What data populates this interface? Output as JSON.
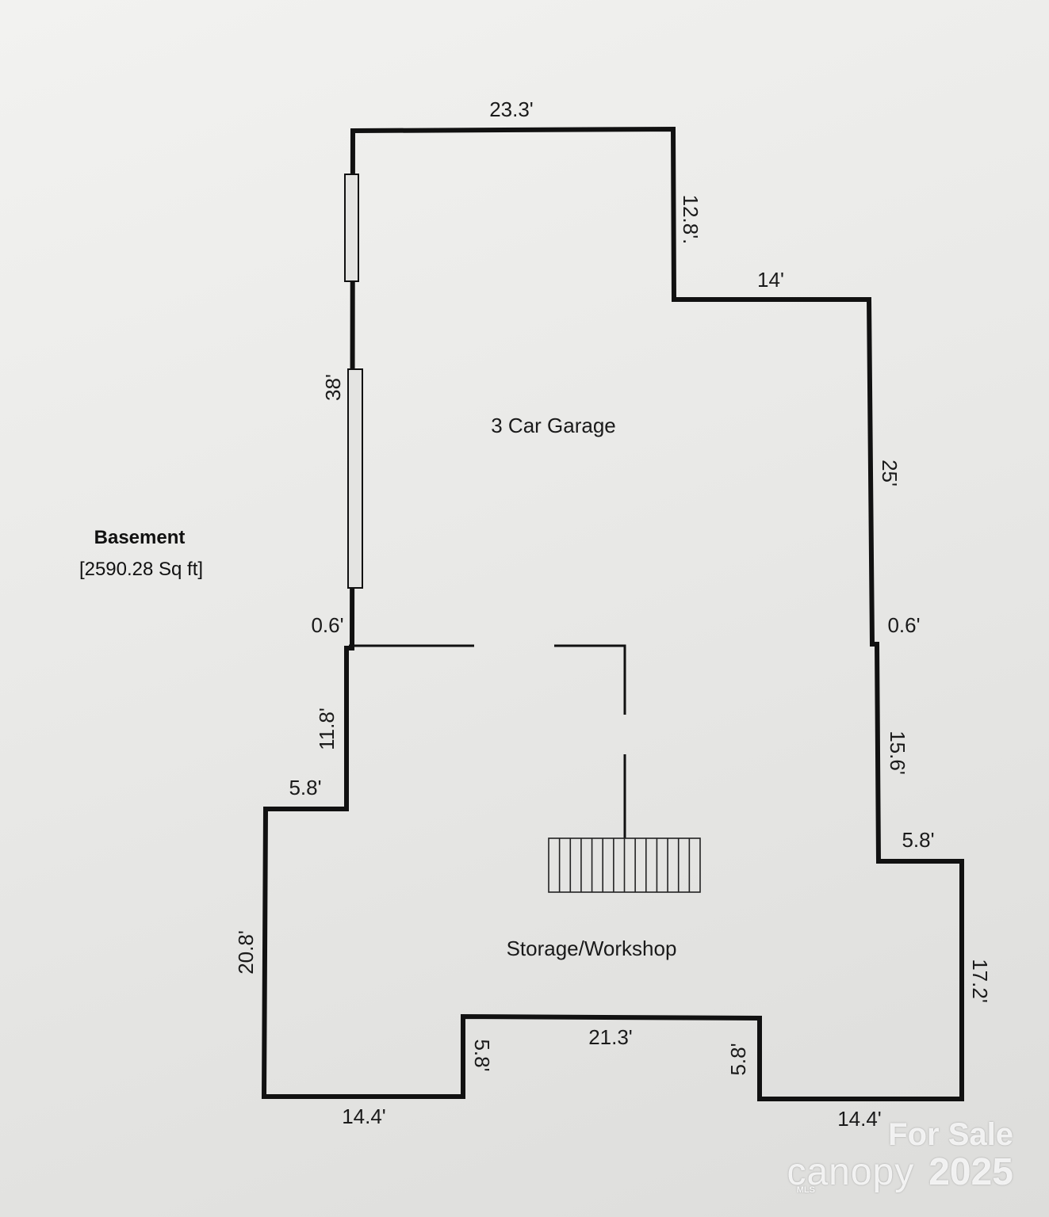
{
  "floor": {
    "name": "Basement",
    "area": "[2590.28 Sq ft]"
  },
  "rooms": {
    "garage": "3 Car Garage",
    "storage": "Storage/Workshop"
  },
  "dimensions": {
    "top": "23.3'",
    "right_upper": "12.8'.",
    "step_top": "14'",
    "left_garage": "38'",
    "right_garage": "25'",
    "left_jog": "0.6'",
    "right_jog": "0.6'",
    "left_mid": "11.8'",
    "right_mid": "15.6'",
    "left_step": "5.8'",
    "right_step": "5.8'",
    "left_lower": "20.8'",
    "right_lower": "17.2'",
    "bottom_left": "14.4'",
    "notch_left": "5.8'",
    "notch_top": "21.3'",
    "notch_right": "5.8'",
    "bottom_right": "14.4'"
  },
  "watermark": {
    "line1": "For Sale",
    "brand": "canopy",
    "mls": "MLS",
    "year": "2025"
  }
}
